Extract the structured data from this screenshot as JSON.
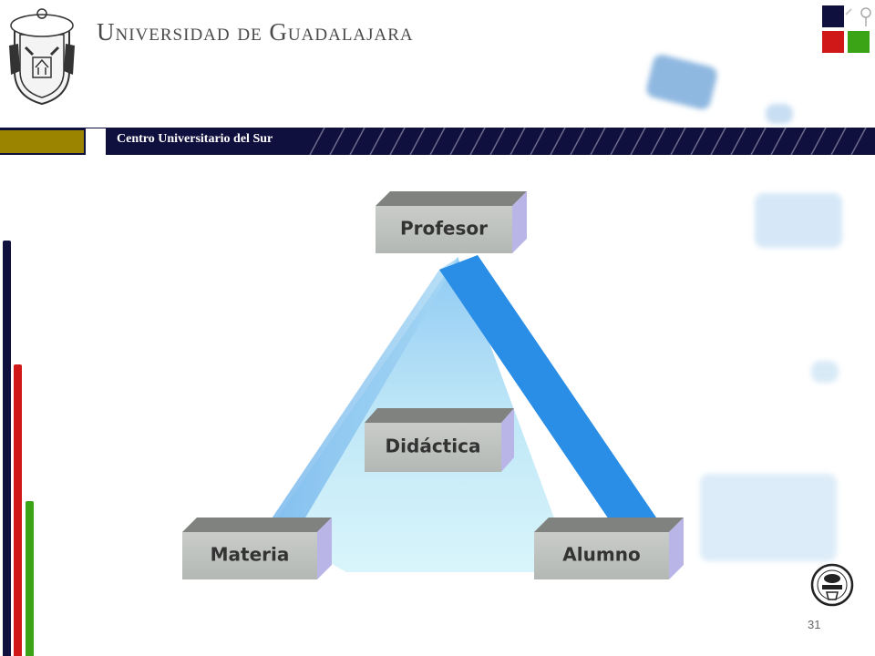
{
  "header": {
    "university": "Universidad de Guadalajara",
    "center": "Centro Universitario del Sur"
  },
  "diagram": {
    "top": "Profesor",
    "center": "Didáctica",
    "bottom_left": "Materia",
    "bottom_right": "Alumno"
  },
  "colors": {
    "navy": "#10103f",
    "red": "#d11818",
    "green": "#3aa316",
    "gold": "#9a8400",
    "triangle_blue": "#2a8de6"
  },
  "footer": {
    "page_number": "31"
  }
}
